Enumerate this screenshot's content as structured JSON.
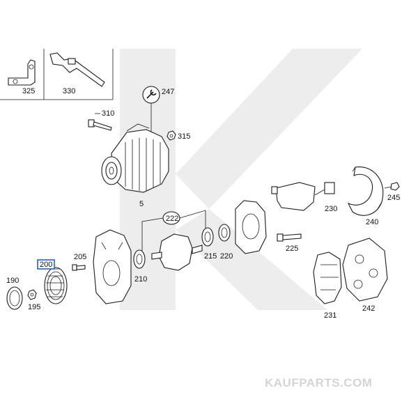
{
  "watermark": {
    "text": "KAUFPARTS.COM",
    "color": "#d4d4d4"
  },
  "highlight_color": "#1e63c8",
  "callouts": {
    "c325": "325",
    "c330": "330",
    "c247": "247",
    "c310": "310",
    "c315": "315",
    "c5": "5",
    "c222": "222",
    "c230": "230",
    "c245": "245",
    "c240": "240",
    "c205": "205",
    "c215": "215",
    "c220": "220",
    "c225": "225",
    "c200": "200",
    "c190": "190",
    "c195": "195",
    "c210": "210",
    "c231": "231",
    "c242": "242"
  },
  "icons": {
    "wrench": "wrench-icon"
  }
}
